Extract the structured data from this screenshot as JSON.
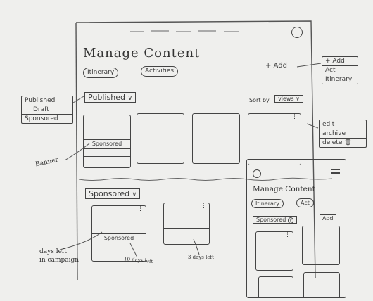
{
  "desktop": {
    "title": "Manage Content",
    "tabs": [
      "Itinerary",
      "Activities"
    ],
    "add_button": "+ Add",
    "published_dropdown": "Published",
    "sort_label": "Sort by",
    "sort_value": "views",
    "card_tag": "Sponsored",
    "sponsored_dropdown": "Sponsored",
    "sponsored_card_tag": "Sponsored"
  },
  "annotations": {
    "status_options": [
      "Published",
      "Draft",
      "Sponsored"
    ],
    "add_options": [
      "+ Add",
      "Act",
      "Itinerary"
    ],
    "card_menu": [
      "edit",
      "archive",
      "delete"
    ],
    "banner_note": "Banner",
    "days_note_line1": "days left",
    "days_note_line2": "in campaign",
    "card1_days": "10 days left",
    "card2_days": "3 days left"
  },
  "mobile": {
    "title": "Manage Content",
    "tabs": [
      "Itinerary",
      "Act"
    ],
    "dropdown": "Sponsored",
    "add_button": "Add"
  },
  "colors": {
    "paper": "#efefed",
    "ink": "#3a3a3a"
  }
}
